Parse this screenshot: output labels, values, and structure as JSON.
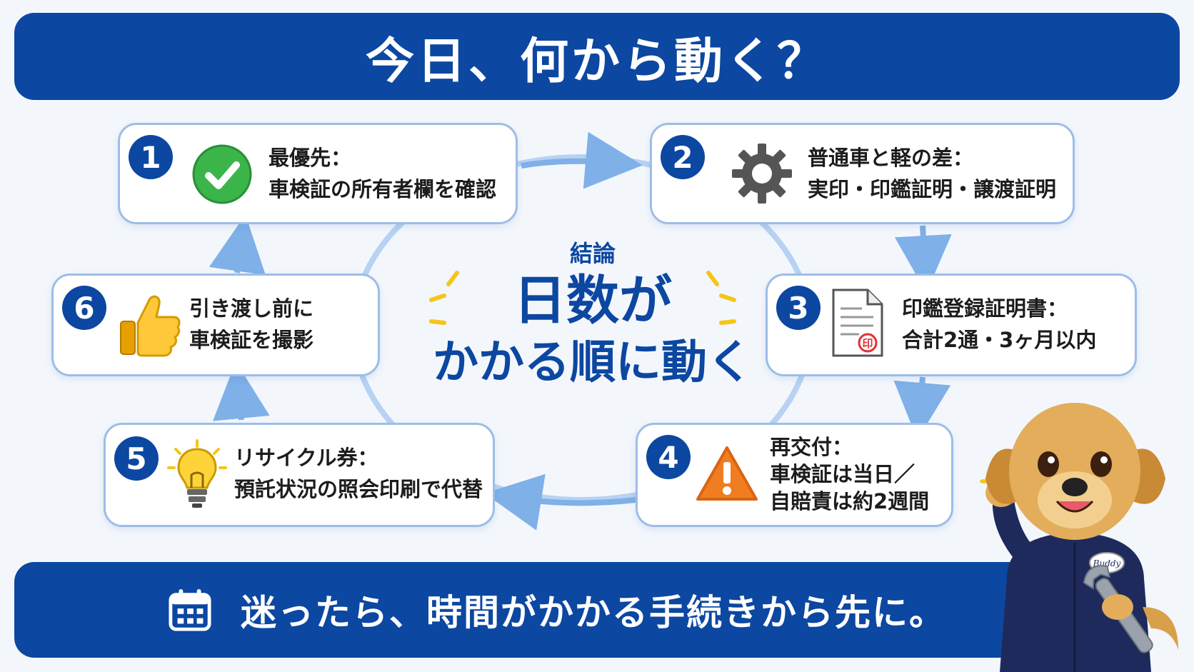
{
  "title": "今日、何から動く？",
  "center": {
    "label": "結論",
    "line1": "日数が",
    "line2": "かかる順に動く"
  },
  "steps": [
    {
      "number": "1",
      "icon": "check-circle-icon",
      "line1": "最優先：",
      "line2": "車検証の所有者欄を確認"
    },
    {
      "number": "2",
      "icon": "gear-icon",
      "line1": "普通車と軽の差：",
      "line2": "実印・印鑑証明・譲渡証明"
    },
    {
      "number": "3",
      "icon": "document-seal-icon",
      "seal": "印",
      "line1": "印鑑登録証明書：",
      "line2": "合計2通・3ヶ月以内"
    },
    {
      "number": "4",
      "icon": "warning-icon",
      "line1": "再交付：",
      "line2": "車検証は当日／",
      "line3": "自賠責は約2週間"
    },
    {
      "number": "5",
      "icon": "lightbulb-icon",
      "line1": "リサイクル券：",
      "line2": "預託状況の照会印刷で代替"
    },
    {
      "number": "6",
      "icon": "thumbs-up-icon",
      "line1": "引き渡し前に",
      "line2": "車検証を撮影"
    }
  ],
  "footer": {
    "icon": "calendar-icon",
    "message": "迷ったら、時間がかかる手続きから先に。"
  },
  "mascot": {
    "icon": "dog-mechanic-icon",
    "badge": "Buddy"
  },
  "colors": {
    "brand": "#0c47a1",
    "arrow": "#7fb0e8",
    "card_border": "#9dbde8",
    "accent_yellow": "#f5c518",
    "check_green": "#3bb54a",
    "warning_orange": "#f07d1f"
  }
}
